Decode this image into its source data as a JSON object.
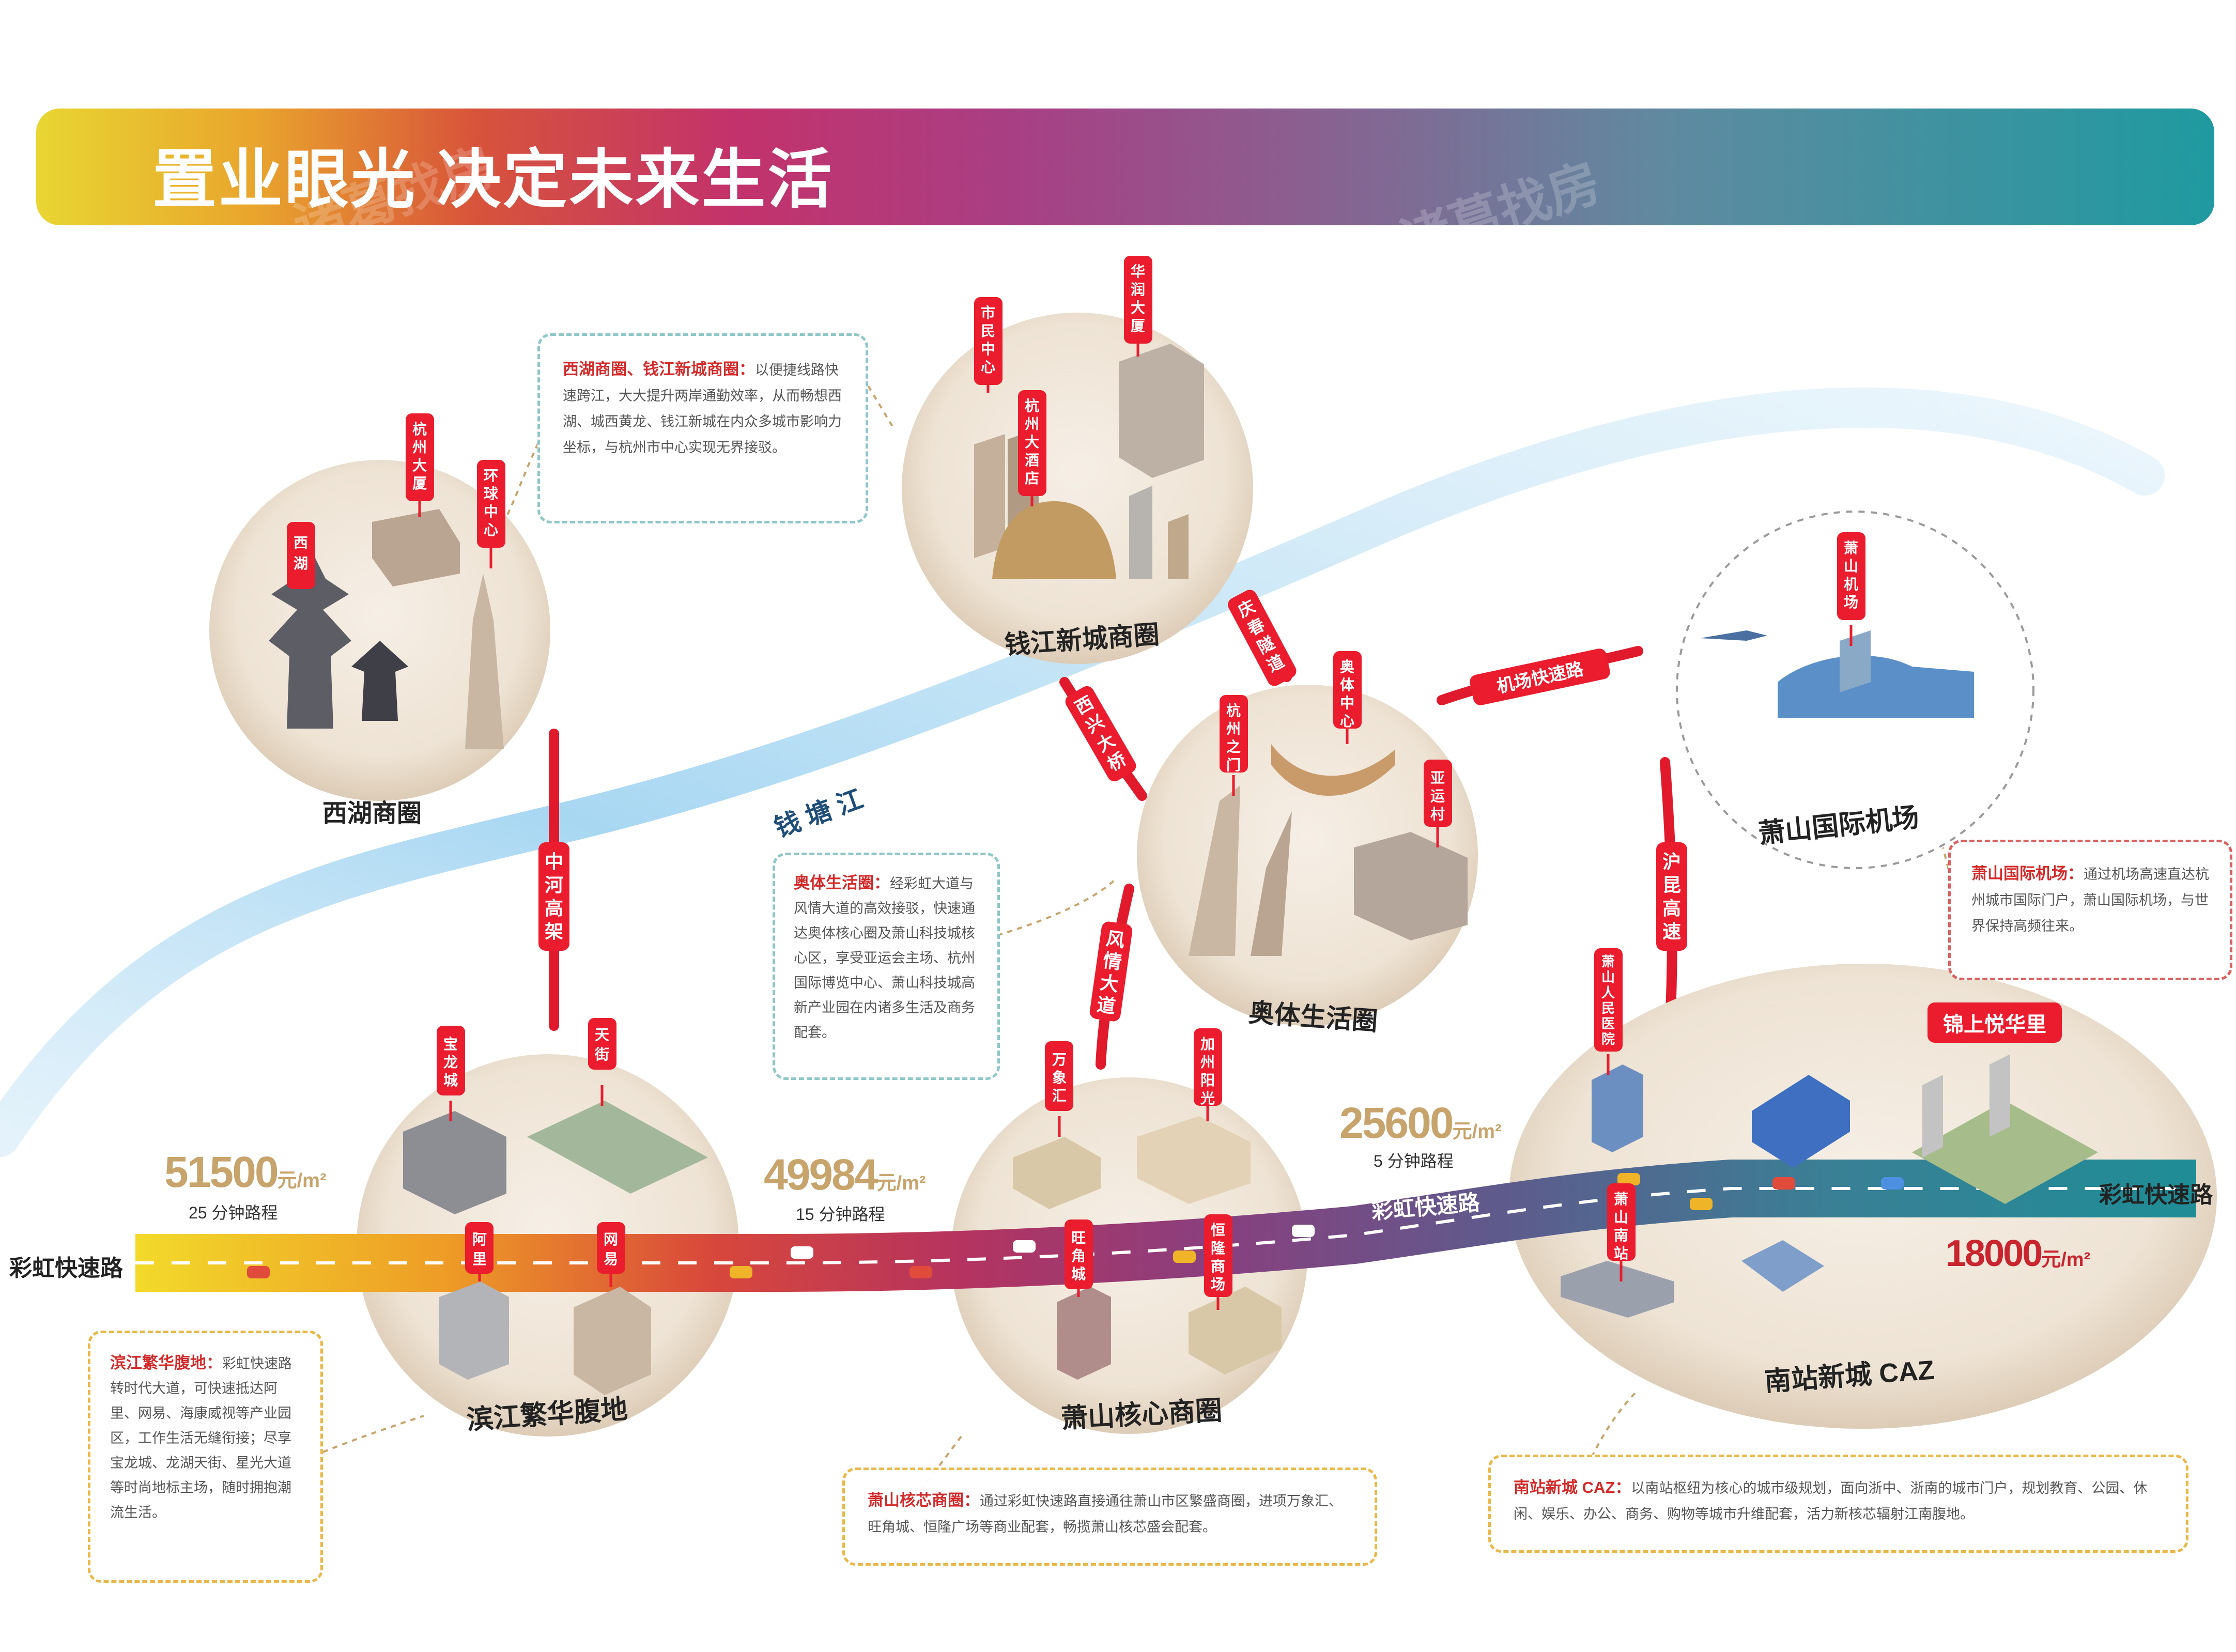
{
  "header": {
    "title": "置业眼光 决定未来生活",
    "watermark": "诸葛找房"
  },
  "colors": {
    "pin": "#ea1c2d",
    "accent_red": "#d42a2a",
    "price_gold": "#c7a46c",
    "river": "#8fcbef",
    "circle_bg": "#eadccb"
  },
  "circles": [
    {
      "id": "xihu",
      "label": "西湖商圈",
      "pins": [
        "西湖",
        "杭州大厦",
        "环球中心"
      ]
    },
    {
      "id": "qianjiang",
      "label": "钱江新城商圈",
      "pins": [
        "市民中心",
        "华润大厦",
        "杭州大酒店"
      ]
    },
    {
      "id": "airport",
      "label": "萧山国际机场",
      "pins": [
        "萧山机场"
      ]
    },
    {
      "id": "aoti",
      "label": "奥体生活圈",
      "pins": [
        "杭州之门",
        "奥体中心",
        "亚运村"
      ]
    },
    {
      "id": "binjiang",
      "label": "滨江繁华腹地",
      "pins": [
        "宝龙城",
        "天街",
        "阿里",
        "网易"
      ]
    },
    {
      "id": "xiaoshan",
      "label": "萧山核心商圈",
      "pins": [
        "万象汇",
        "加州阳光",
        "旺角城",
        "恒隆商场"
      ]
    },
    {
      "id": "nanzhan",
      "label": "南站新城 CAZ",
      "pins": [
        "萧山人民医院",
        "萧山南站"
      ]
    }
  ],
  "connectors": [
    "中河高架",
    "庆春隧道",
    "西兴大桥",
    "机场快速路",
    "沪昆高速",
    "风情大道"
  ],
  "river_label": "钱 塘 江",
  "road": {
    "name": "彩虹快速路",
    "left_label": "彩虹快速路",
    "right_label": "彩虹快速路"
  },
  "project": {
    "name": "锦上悦华里"
  },
  "prices": [
    {
      "value": "51500",
      "unit": "元/m²",
      "note": "25 分钟路程",
      "highlight": false
    },
    {
      "value": "49984",
      "unit": "元/m²",
      "note": "15 分钟路程",
      "highlight": false
    },
    {
      "value": "25600",
      "unit": "元/m²",
      "note": "5 分钟路程",
      "highlight": false
    },
    {
      "value": "18000",
      "unit": "元/m²",
      "note": "",
      "highlight": true
    }
  ],
  "info_boxes": {
    "xihu": {
      "title": "西湖商圈、钱江新城商圈：",
      "text": "以便捷线路快速跨江，大大提升两岸通勤效率，从而畅想西湖、城西黄龙、钱江新城在内众多城市影响力坐标，与杭州市中心实现无界接驳。"
    },
    "aoti": {
      "title": "奥体生活圈：",
      "text": "经彩虹大道与风情大道的高效接驳，快速通达奥体核心圈及萧山科技城核心区，享受亚运会主场、杭州国际博览中心、萧山科技城高新产业园在内诸多生活及商务配套。"
    },
    "airport": {
      "title": "萧山国际机场：",
      "text": "通过机场高速直达杭州城市国际门户，萧山国际机场，与世界保持高频往来。"
    },
    "binjiang": {
      "title": "滨江繁华腹地：",
      "text": "彩虹快速路转时代大道，可快速抵达阿里、网易、海康威视等产业园区，工作生活无缝衔接；尽享宝龙城、龙湖天街、星光大道等时尚地标主场，随时拥抱潮流生活。"
    },
    "xiaoshan": {
      "title": "萧山核芯商圈：",
      "text": "通过彩虹快速路直接通往萧山市区繁盛商圈，进项万象汇、旺角城、恒隆广场等商业配套，畅揽萧山核芯盛会配套。"
    },
    "nanzhan": {
      "title": "南站新城 CAZ：",
      "text": "以南站枢纽为核心的城市级规划，面向浙中、浙南的城市门户，规划教育、公园、休闲、娱乐、办公、商务、购物等城市升维配套，活力新核芯辐射江南腹地。"
    }
  }
}
